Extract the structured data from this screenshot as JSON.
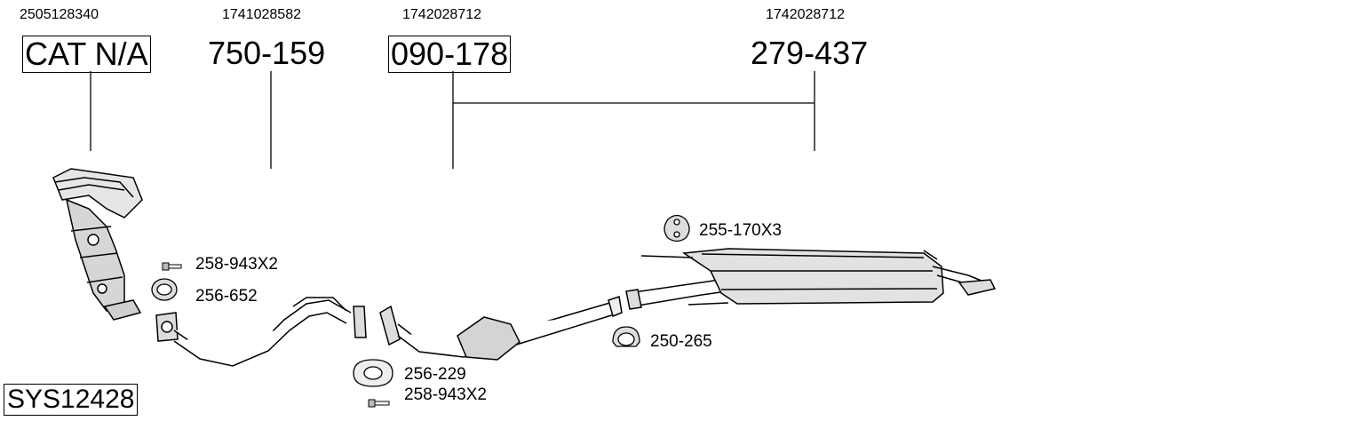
{
  "assemblies": [
    {
      "oem": "2505128340",
      "part": "CAT N/A",
      "boxed": true
    },
    {
      "oem": "1741028582",
      "part": "750-159",
      "boxed": false
    },
    {
      "oem": "1742028712",
      "part": "090-178",
      "boxed": true
    },
    {
      "oem": "1742028712",
      "part": "279-437",
      "boxed": false
    }
  ],
  "accessories": [
    {
      "label": "258-943X2",
      "icon": "bolt-icon"
    },
    {
      "label": "256-652",
      "icon": "gasket-ring-icon"
    },
    {
      "label": "256-229",
      "icon": "flange-gasket-icon"
    },
    {
      "label": "258-943X2",
      "icon": "bolt-icon"
    },
    {
      "label": "250-265",
      "icon": "pipe-clamp-icon"
    },
    {
      "label": "255-170X3",
      "icon": "rubber-hanger-icon"
    }
  ],
  "system_code": "SYS12428"
}
